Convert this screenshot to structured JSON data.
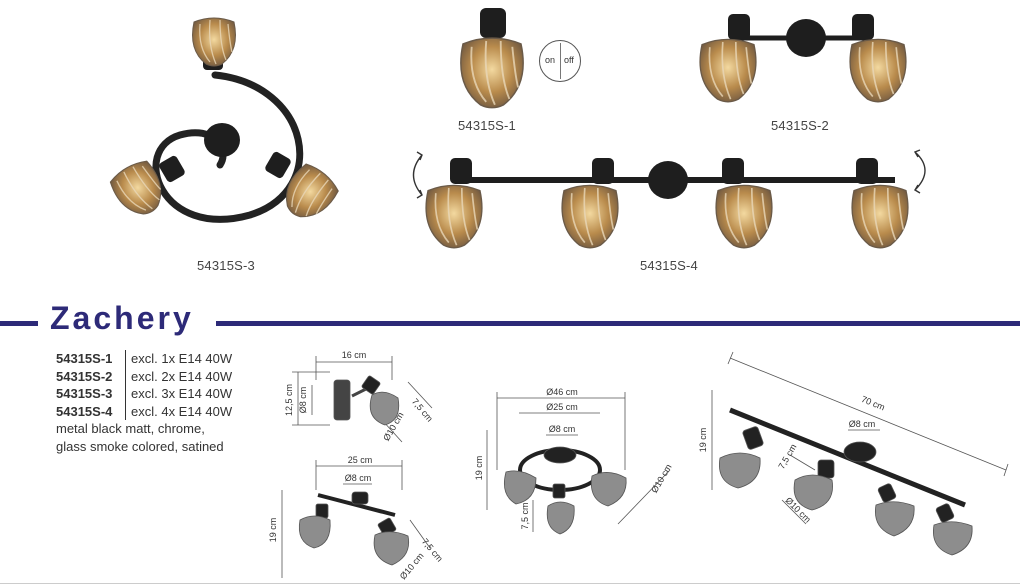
{
  "products": [
    {
      "code": "54315S-1"
    },
    {
      "code": "54315S-2"
    },
    {
      "code": "54315S-3"
    },
    {
      "code": "54315S-4"
    }
  ],
  "switch": {
    "on": "on",
    "off": "off"
  },
  "title": "Zachery",
  "specs": [
    {
      "code": "54315S-1",
      "desc": "excl. 1x E14 40W"
    },
    {
      "code": "54315S-2",
      "desc": "excl. 2x E14 40W"
    },
    {
      "code": "54315S-3",
      "desc": "excl. 3x E14 40W"
    },
    {
      "code": "54315S-4",
      "desc": "excl. 4x E14 40W"
    }
  ],
  "materials": [
    "metal black matt, chrome,",
    "glass smoke colored, satined"
  ],
  "dims": {
    "single": {
      "width": "16 cm",
      "height": "12,5 cm",
      "base": "Ø8 cm",
      "shade_d": "Ø10 cm",
      "shade_h": "7,5 cm"
    },
    "double": {
      "width": "25 cm",
      "base": "Ø8 cm",
      "height": "19 cm",
      "shade_d": "Ø10 cm",
      "shade_h": "7,5 cm"
    },
    "triple": {
      "outer": "Ø46 cm",
      "inner": "Ø25 cm",
      "base": "Ø8 cm",
      "height": "19 cm",
      "shade_d": "Ø10 cm",
      "shade_h": "7,5 cm"
    },
    "quad": {
      "width": "70 cm",
      "base": "Ø8 cm",
      "height": "19 cm",
      "shade_h": "7,5 cm",
      "shade_d": "Ø10 cm"
    }
  }
}
